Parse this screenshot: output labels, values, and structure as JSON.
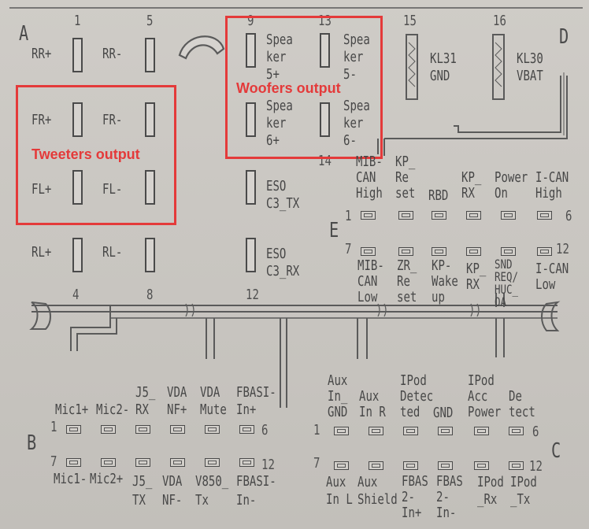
{
  "zones": {
    "a": "A",
    "b": "B",
    "c": "C",
    "d": "D",
    "e": "E"
  },
  "highlights": {
    "tweeters": "Tweeters output",
    "woofers": "Woofers output",
    "color": "#e43a3a"
  },
  "blockA": {
    "pin_numbers": {
      "n1": "1",
      "n5": "5",
      "n9": "9",
      "n13": "13",
      "n15": "15",
      "n16": "16",
      "n4": "4",
      "n8": "8",
      "n12": "12",
      "n14": "14"
    },
    "labels": {
      "rr_plus": "RR+",
      "rr_minus": "RR-",
      "fr_plus": "FR+",
      "fr_minus": "FR-",
      "fl_plus": "FL+",
      "fl_minus": "FL-",
      "rl_plus": "RL+",
      "rl_minus": "RL-",
      "spk5_plus": "Spea\nker\n5+",
      "spk5_minus": "Spea\nker\n5-",
      "spk6_plus": "Spea\nker\n6+",
      "spk6_minus": "Spea\nker\n6-",
      "eso_tx": "ESO\nC3_TX",
      "eso_rx": "ESO\nC3_RX",
      "kl31": "KL31\nGND",
      "kl30": "KL30\nVBAT"
    }
  },
  "blockE": {
    "top_labels": [
      "MIB-\nCAN\nHigh",
      "KP_\nRe\nset",
      "RBD",
      "KP_\nRX",
      "Power\nOn",
      "I-CAN\nHigh"
    ],
    "bottom_labels": [
      "MIB-\nCAN\nLow",
      "ZR_\nRe\nset",
      "KP-\nWake\nup",
      "KP_\nRX",
      "SND\nREQ/\nHUC_\nOA",
      "I-CAN\nLow"
    ],
    "n1": "1",
    "n6": "6",
    "n7": "7",
    "n12": "12"
  },
  "blockB": {
    "top_labels": [
      "Mic1+",
      "Mic2-",
      "J5_\nRX",
      "VDA\nNF+",
      "VDA\nMute",
      "FBASI-\nIn+"
    ],
    "bottom_labels": [
      "Mic1-",
      "Mic2+",
      "J5_\nTX",
      "VDA\nNF-",
      "V850_\nTx",
      "FBASI-\nIn-"
    ],
    "n1": "1",
    "n6": "6",
    "n7": "7",
    "n12": "12"
  },
  "blockC": {
    "top_labels": [
      "Aux\nIn_\nGND",
      "Aux\nIn R",
      "IPod\nDetec\nted",
      "GND",
      "IPod\nAcc\nPower",
      "De\ntect"
    ],
    "bottom_labels": [
      "Aux\nIn L",
      "Aux\nShield",
      "FBAS\n2-\nIn+",
      "FBAS\n2-\nIn-",
      "IPod\n_Rx",
      "IPod\n_Tx"
    ],
    "n1": "1",
    "n6": "6",
    "n7": "7",
    "n12": "12"
  }
}
